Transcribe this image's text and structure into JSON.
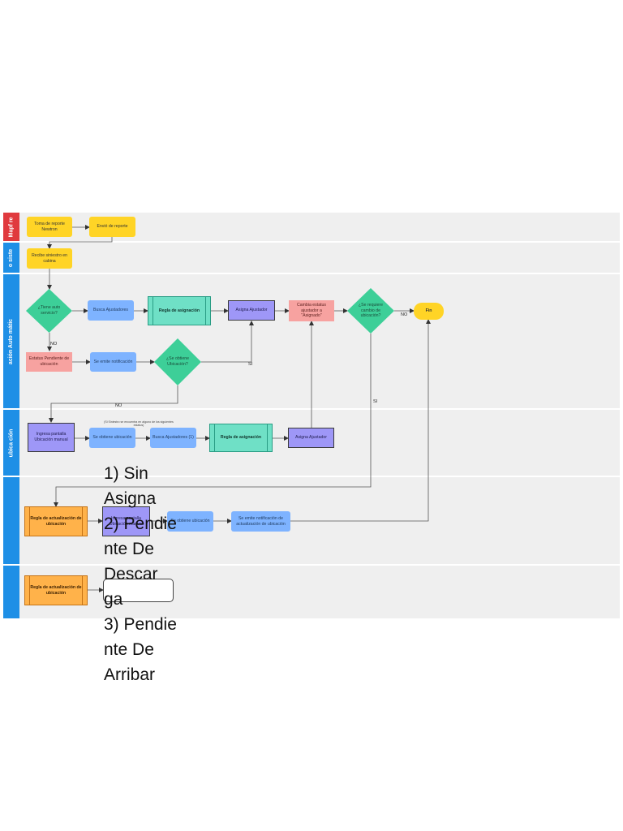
{
  "lanes": [
    {
      "label": "Mapf re",
      "color": "#e03a3e"
    },
    {
      "label": "o siste",
      "color": "#1e8fe6"
    },
    {
      "label": "ación Auto mátic",
      "color": "#1e8fe6"
    },
    {
      "label": "ubica ción",
      "color": "#1e8fe6"
    },
    {
      "label": "",
      "color": "#1e8fe6"
    },
    {
      "label": "",
      "color": "#1e8fe6"
    }
  ],
  "nodes": {
    "toma_reporte": "Toma de reporte Newtron",
    "envio_reporte": "Envió de reporte",
    "recibe_siniestro": "Recibe siniestro en cabina",
    "tiene_auto": "¿Tiene auto servicio?",
    "busca_ajustadores_1": "Busca Ajustadores",
    "regla_asignacion_1": "Regla de asignación",
    "asigna_ajustador_1": "Asigna Ajustador",
    "cambia_estatus": "Cambia estatus ajustador a \"Asignado\"",
    "requiere_cambio": "¿Se requiere cambio de ubicación?",
    "fin": "Fin",
    "estatus_pendiente": "Estatus Pendiente de ubicación",
    "emite_notificacion_1": "Se emite notificación",
    "obtiene_ubicacion_q": "¿Se obtiene Ubicación?",
    "ingresa_pantalla_1": "Ingresa pantalla Ubicación manual",
    "obtiene_ubicacion_1": "Se obtiene ubicación",
    "busca_ajustadores_2": "Busca Ajustadores (1)",
    "regla_asignacion_2": "Regla de asignación",
    "asigna_ajustador_2": "Asigna Ajustador",
    "regla_actualizacion_1": "Regla de actualización de ubicación",
    "ingresa_pantalla_2": "Ingresa pantalla Ubicación manual",
    "obtiene_ubicacion_2": "Se obtiene ubicación",
    "emite_notificacion_2": "Se emite notificación de actualización de ubicación",
    "regla_actualizacion_2": "Regla de actualización de ubicación"
  },
  "edge_labels": {
    "no_1": "NO",
    "si_1": "SI",
    "no_2": "NO",
    "no_3": "NO",
    "si_2": "SI"
  },
  "note": "(Si Siniestro se encuentra en alguno de los siguientes estatus)",
  "overlay_lines": [
    "1) Sin Asigna",
    "2) Pendie nte De Descar ga",
    "3) Pendie nte De Arribar"
  ]
}
